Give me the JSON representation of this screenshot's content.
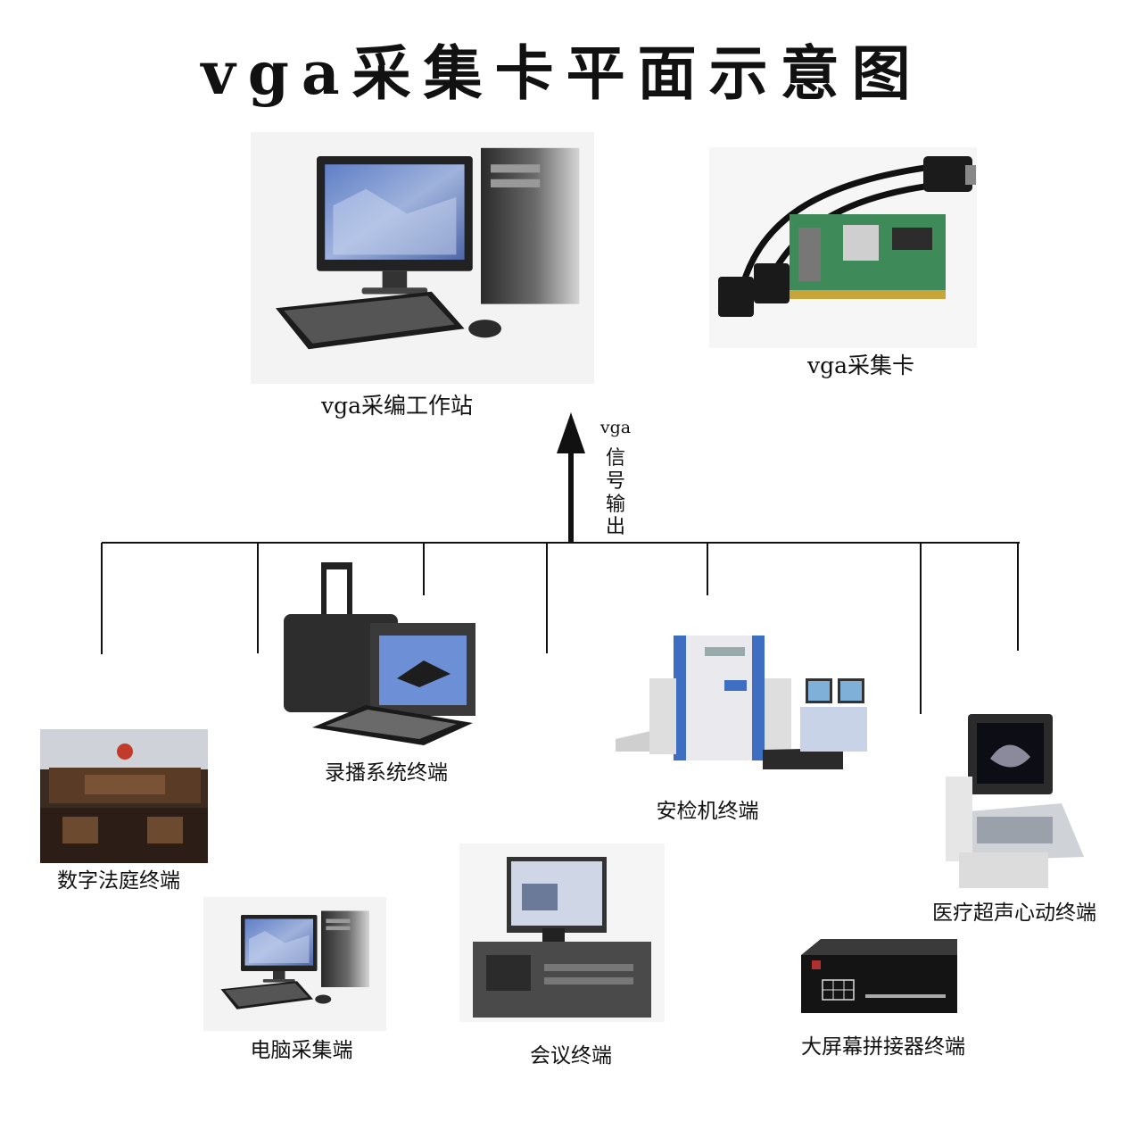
{
  "title": "vga采集卡平面示意图",
  "colors": {
    "line": "#111111",
    "screen": "#7f93c9",
    "board": "#3e8a58",
    "cabinet": "#d9d9d9",
    "blue": "#3d6ec1"
  },
  "top": {
    "workstation": {
      "label": "vga采编工作站",
      "icon": "desktop-computer-icon"
    },
    "capture_card": {
      "label": "vga采集卡",
      "icon": "vga-capture-card-icon"
    }
  },
  "signal": {
    "line1": "vga",
    "chars": [
      "信",
      "号",
      "输",
      "出"
    ]
  },
  "terminals": [
    {
      "key": "court",
      "label": "数字法庭终端",
      "icon": "courtroom-photo-icon"
    },
    {
      "key": "recording",
      "label": "录播系统终端",
      "icon": "portable-recording-case-icon"
    },
    {
      "key": "security",
      "label": "安检机终端",
      "icon": "xray-security-scanner-icon"
    },
    {
      "key": "ultrasound",
      "label": "医疗超声心动终端",
      "icon": "ultrasound-machine-icon"
    },
    {
      "key": "pc",
      "label": "电脑采集端",
      "icon": "desktop-computer-icon"
    },
    {
      "key": "meeting",
      "label": "会议终端",
      "icon": "rack-server-icon"
    },
    {
      "key": "videowall",
      "label": "大屏幕拼接器终端",
      "icon": "video-wall-controller-icon"
    }
  ]
}
